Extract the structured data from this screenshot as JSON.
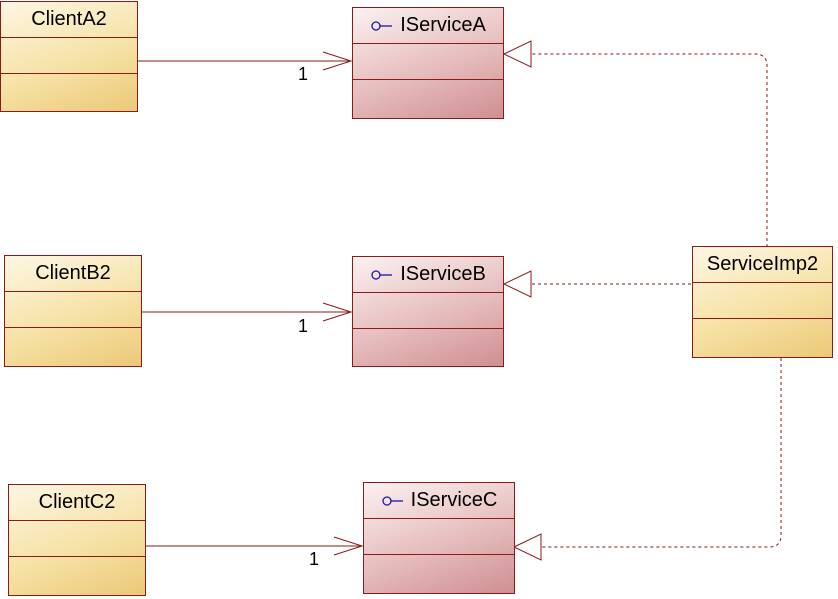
{
  "diagram": {
    "clients": [
      {
        "id": "client-a2",
        "name": "ClientA2"
      },
      {
        "id": "client-b2",
        "name": "ClientB2"
      },
      {
        "id": "client-c2",
        "name": "ClientC2"
      }
    ],
    "interfaces": [
      {
        "id": "iservice-a",
        "name": "IServiceA"
      },
      {
        "id": "iservice-b",
        "name": "IServiceB"
      },
      {
        "id": "iservice-c",
        "name": "IServiceC"
      }
    ],
    "implementation": {
      "name": "ServiceImp2"
    },
    "associations": [
      {
        "from": "ClientA2",
        "to": "IServiceA",
        "multiplicity": "1"
      },
      {
        "from": "ClientB2",
        "to": "IServiceB",
        "multiplicity": "1"
      },
      {
        "from": "ClientC2",
        "to": "IServiceC",
        "multiplicity": "1"
      }
    ],
    "realizations": [
      {
        "from": "ServiceImp2",
        "to": "IServiceA"
      },
      {
        "from": "ServiceImp2",
        "to": "IServiceB"
      },
      {
        "from": "ServiceImp2",
        "to": "IServiceC"
      }
    ],
    "colors": {
      "border": "#8b1a1a",
      "class_fill": "#f6e2a6",
      "interface_fill": "#e6bcbc",
      "interface_icon": "#1a1aa0"
    }
  }
}
